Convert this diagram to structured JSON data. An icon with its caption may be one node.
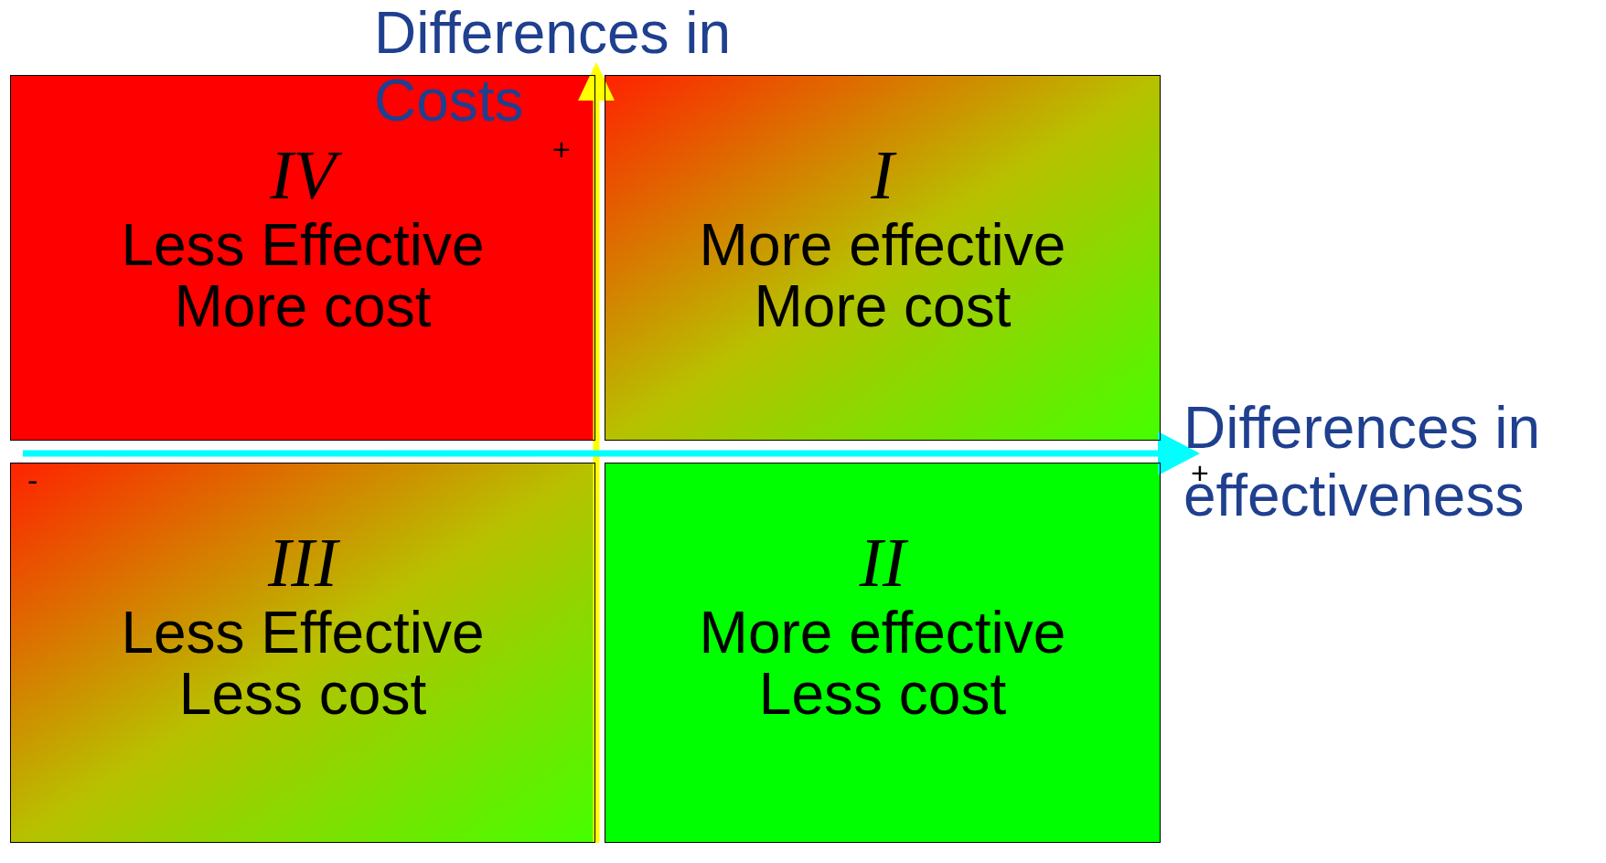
{
  "diagram": {
    "nodes": [
      {
        "text": [
          "IV",
          "Less Effective More cost"
        ]
      },
      {
        "text": [
          "I",
          "More effective More cost"
        ]
      },
      {
        "text": [
          "III",
          "Less Effective Less cost"
        ]
      },
      {
        "text": [
          "II",
          "More effective Less cost"
        ]
      }
    ],
    "labels": [
      "Differences in Costs",
      "+",
      "Differences in effectiveness",
      "+",
      "-"
    ]
  }
}
